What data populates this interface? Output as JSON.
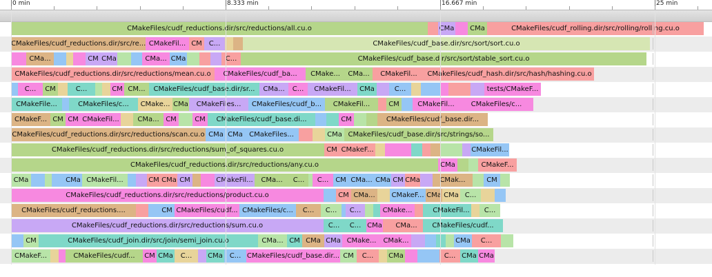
{
  "ruler": {
    "labels": [
      "0 min",
      "8.333 min",
      "16.667 min",
      "25 min"
    ]
  },
  "colors": {
    "g": "#b5d68a",
    "lg": "#d6e6b3",
    "o": "#dcb485",
    "p": "#f789e0",
    "pk": "#f8a0a0",
    "t": "#7fd8c8",
    "lp": "#c8a8f5",
    "b": "#95c6f5",
    "y": "#e8d49a",
    "sg": "#b8e4a8"
  },
  "rows": [
    {
      "bars": [
        [
          "CMakeFiles/cudf_reductions.dir/src/reductions/all.cu.o",
          "g",
          604
        ],
        [
          "",
          "pk",
          15
        ],
        [
          "CMa",
          "lp",
          25
        ],
        [
          "",
          "p",
          18
        ],
        [
          "CMa",
          "g",
          28
        ],
        [
          "CMakeFiles/cudf_rolling.dir/src/rolling/rolling.cu.o",
          "pk",
          314
        ]
      ]
    },
    {
      "bars": [
        [
          "CMakeFiles/cudf_reductions.dir/src/re...",
          "o",
          195
        ],
        [
          "CMakeFil...",
          "p",
          63
        ],
        [
          "CM",
          "pk",
          22
        ],
        [
          "C...",
          "lp",
          30
        ],
        [
          "",
          "y",
          12
        ],
        [
          "",
          "o",
          14
        ],
        [
          "CMakeFiles/cudf_base.dir/src/sort/sort.cu.o",
          "lg",
          590
        ]
      ]
    },
    {
      "bars": [
        [
          "",
          "p",
          22
        ],
        [
          "CMa...",
          "o",
          40
        ],
        [
          "",
          "b",
          18
        ],
        [
          "",
          "y",
          10
        ],
        [
          "",
          "p",
          18
        ],
        [
          "CM",
          "lp",
          22
        ],
        [
          "CMa",
          "lp",
          24
        ],
        [
          "",
          "sg",
          20
        ],
        [
          "",
          "b",
          16
        ],
        [
          "CMa...",
          "p",
          40
        ],
        [
          "CMa",
          "b",
          25
        ],
        [
          "",
          "sg",
          18
        ],
        [
          "",
          "pk",
          16
        ],
        [
          "",
          "lp",
          16
        ],
        [
          "C...",
          "pk",
          28
        ],
        [
          "CMakeFiles/cudf_base.dir/src/sort/stable_sort.cu.o",
          "g",
          588
        ]
      ]
    },
    {
      "bars": [
        [
          "CMakeFiles/cudf_reductions.dir/src/reductions/mean.cu.o",
          "pk",
          295
        ],
        [
          "CMakeFiles/cudf_ba...",
          "p",
          132
        ],
        [
          "CMake...",
          "g",
          57
        ],
        [
          "CMa...",
          "g",
          40
        ],
        [
          "CMakeFil...",
          "pk",
          76
        ],
        [
          "CMakeFiles/cudf_hash.dir/src/hash/hashing.cu.o",
          "pk",
          245
        ]
      ]
    },
    {
      "bars": [
        [
          "",
          "b",
          10
        ],
        [
          "C...",
          "p",
          36
        ],
        [
          "CM",
          "g",
          22
        ],
        [
          "",
          "y",
          14
        ],
        [
          "C...",
          "t",
          40
        ],
        [
          "",
          "sg",
          10
        ],
        [
          "",
          "y",
          12
        ],
        [
          "CM",
          "p",
          20
        ],
        [
          "CM...",
          "g",
          36
        ],
        [
          "CMakeFiles/cudf_base.dir/sr...",
          "t",
          160
        ],
        [
          "CMa...",
          "lp",
          42
        ],
        [
          "C...",
          "p",
          28
        ],
        [
          "CMakeFil...",
          "lp",
          72
        ],
        [
          "CMa",
          "t",
          28
        ],
        [
          "",
          "lp",
          18
        ],
        [
          "C...",
          "b",
          32
        ],
        [
          "",
          "y",
          14
        ],
        [
          "",
          "b",
          14
        ],
        [
          "",
          "b",
          14
        ],
        [
          "",
          "p",
          12
        ],
        [
          "",
          "pk",
          14
        ],
        [
          "",
          "pk",
          18
        ],
        [
          "",
          "lp",
          20
        ],
        [
          "tests/CMakeF...",
          "p",
          82
        ]
      ]
    },
    {
      "bars": [
        [
          "CMakeFile...",
          "t",
          74
        ],
        [
          "",
          "b",
          10
        ],
        [
          "CMakeFiles/c...",
          "t",
          100
        ],
        [
          "CMake...",
          "y",
          50
        ],
        [
          "CMa",
          "g",
          24
        ],
        [
          "CMakeFiles...",
          "lp",
          86
        ],
        [
          "CMakeFiles/cudf_b...",
          "b",
          111
        ],
        [
          "CMakeFil...",
          "g",
          77
        ],
        [
          "",
          "pk",
          12
        ],
        [
          "CM",
          "g",
          22
        ],
        [
          "",
          "b",
          16
        ],
        [
          "CMakeFil...",
          "p",
          68
        ],
        [
          "CMakeFiles/c...",
          "p",
          107
        ]
      ]
    },
    {
      "bars": [
        [
          "CMakeF...",
          "o",
          57
        ],
        [
          "CM",
          "g",
          22
        ],
        [
          "CM",
          "p",
          22
        ],
        [
          "CMakeFil...",
          "p",
          58
        ],
        [
          "",
          "y",
          18
        ],
        [
          "CMa...",
          "g",
          44
        ],
        [
          "CM",
          "p",
          22
        ],
        [
          "",
          "sg",
          20
        ],
        [
          "CM",
          "p",
          22
        ],
        [
          "CMakeFiles/cudf_base.di...",
          "t",
          156
        ],
        [
          "",
          "b",
          16
        ],
        [
          "",
          "t",
          18
        ],
        [
          "CM",
          "p",
          22
        ],
        [
          "",
          "sg",
          18
        ],
        [
          "",
          "g",
          16
        ],
        [
          "CMakeFiles/cudf_base.dir...",
          "o",
          160
        ]
      ]
    },
    {
      "bars": [
        [
          "CMakeFiles/cudf_reductions.dir/src/reductions/scan.cu.o",
          "o",
          282
        ],
        [
          "CMa",
          "b",
          30
        ],
        [
          "CMa",
          "b",
          26
        ],
        [
          "CMakeFiles...",
          "b",
          79
        ],
        [
          "",
          "pk",
          20
        ],
        [
          "",
          "y",
          18
        ],
        [
          "CMa",
          "sg",
          28
        ],
        [
          "CMakeFiles/cudf_base.dir/src/strings/so...",
          "g",
          216
        ]
      ]
    },
    {
      "bars": [
        [
          "CMakeFiles/cudf_reductions.dir/src/reductions/sum_of_squares.cu.o",
          "g",
          454
        ],
        [
          "CM",
          "pk",
          22
        ],
        [
          "CMakeF...",
          "pk",
          52
        ],
        [
          "",
          "y",
          14
        ],
        [
          "",
          "p",
          20
        ],
        [
          "",
          "p",
          18
        ],
        [
          "",
          "t",
          16
        ],
        [
          "",
          "pk",
          12
        ],
        [
          "",
          "o",
          14
        ],
        [
          "",
          "sg",
          14
        ],
        [
          "",
          "sg",
          18
        ],
        [
          "",
          "lp",
          12
        ],
        [
          "CMakeFil...",
          "b",
          56
        ]
      ]
    },
    {
      "bars": [
        [
          "CMakeFiles/cudf_reductions.dir/src/reductions/any.cu.o",
          "g",
          619
        ],
        [
          "CMa",
          "p",
          28
        ],
        [
          "",
          "g",
          16
        ],
        [
          "",
          "sg",
          14
        ],
        [
          "CMakeF...",
          "pk",
          56
        ]
      ]
    },
    {
      "bars": [
        [
          "CMa",
          "sg",
          29
        ],
        [
          "",
          "b",
          20
        ],
        [
          "",
          "sg",
          10
        ],
        [
          "",
          "b",
          18
        ],
        [
          "CMa",
          "b",
          26
        ],
        [
          "CMakeFil...",
          "sg",
          66
        ],
        [
          "",
          "b",
          12
        ],
        [
          "",
          "lp",
          16
        ],
        [
          "CM",
          "pk",
          20
        ],
        [
          "CMa",
          "pk",
          24
        ],
        [
          "CM",
          "lp",
          22
        ],
        [
          "",
          "o",
          12
        ],
        [
          "",
          "p",
          20
        ],
        [
          "CMakeFil...",
          "lp",
          58
        ],
        [
          "CMa...",
          "g",
          50
        ],
        [
          "C...",
          "g",
          28
        ],
        [
          "",
          "sg",
          6
        ],
        [
          "C...",
          "p",
          30
        ],
        [
          "CM",
          "b",
          22
        ],
        [
          "CMa...",
          "b",
          38
        ],
        [
          "CMa",
          "b",
          24
        ],
        [
          "CM",
          "lp",
          20
        ],
        [
          "CMa",
          "pk",
          22
        ],
        [
          "",
          "lp",
          18
        ],
        [
          "CMak...",
          "o",
          58
        ],
        [
          "",
          "sg",
          16
        ],
        [
          "CM",
          "b",
          24
        ],
        [
          "",
          "sg",
          14
        ]
      ]
    },
    {
      "bars": [
        [
          "CMakeFiles/cudf_reductions.dir/src/reductions/product.cu.o",
          "p",
          453
        ],
        [
          "",
          "b",
          18
        ],
        [
          "CM",
          "pk",
          22
        ],
        [
          "CMa...",
          "o",
          38
        ],
        [
          "",
          "y",
          18
        ],
        [
          "CMakeF...",
          "b",
          52
        ],
        [
          "CMa",
          "o",
          24
        ],
        [
          "CMa",
          "y",
          26
        ],
        [
          "C...",
          "sg",
          30
        ],
        [
          "",
          "y",
          20
        ],
        [
          "",
          "b",
          16
        ]
      ]
    },
    {
      "bars": [
        [
          "CMakeFiles/cudf_reductions....",
          "o",
          181
        ],
        [
          "",
          "pk",
          18
        ],
        [
          "",
          "b",
          16
        ],
        [
          "CM",
          "b",
          22
        ],
        [
          "CMakeFiles/cudf...",
          "p",
          94
        ],
        [
          "CMakeFiles/c...",
          "b",
          82
        ],
        [
          "C...",
          "o",
          36
        ],
        [
          "C...",
          "sg",
          30
        ],
        [
          "",
          "b",
          6
        ],
        [
          "C...",
          "lp",
          28
        ],
        [
          "",
          "sg",
          12
        ],
        [
          "",
          "t",
          10
        ],
        [
          "CMake...",
          "p",
          50
        ],
        [
          "",
          "pk",
          12
        ],
        [
          "",
          "t",
          12
        ],
        [
          "CMakeFil...",
          "t",
          58
        ],
        [
          "",
          "y",
          12
        ],
        [
          "C...",
          "sg",
          30
        ]
      ]
    },
    {
      "bars": [
        [
          "CMakeFiles/cudf_reductions.dir/src/reductions/sum.cu.o",
          "lp",
          453
        ],
        [
          "C...",
          "t",
          30
        ],
        [
          "C...",
          "t",
          32
        ],
        [
          "CMa",
          "p",
          24
        ],
        [
          "",
          "pk",
          10
        ],
        [
          "CMa...",
          "pk",
          48
        ],
        [
          "CMakeFiles/cudf...",
          "t",
          116
        ]
      ]
    },
    {
      "bars": [
        [
          "",
          "b",
          18
        ],
        [
          "CM",
          "sg",
          22
        ],
        [
          "CMakeFiles/cudf_join.dir/src/join/semi_join.cu.o",
          "t",
          318
        ],
        [
          "CMa...",
          "sg",
          42
        ],
        [
          "CM",
          "t",
          22
        ],
        [
          "CMa",
          "o",
          32
        ],
        [
          "CMa",
          "lp",
          26
        ],
        [
          "CMake...",
          "p",
          56
        ],
        [
          "CMak...",
          "p",
          44
        ],
        [
          "",
          "lp",
          20
        ],
        [
          "",
          "b",
          16
        ],
        [
          "",
          "t",
          14
        ],
        [
          "",
          "sg",
          12
        ],
        [
          "CMa",
          "b",
          26
        ],
        [
          "C...",
          "pk",
          42
        ],
        [
          "",
          "sg",
          18
        ]
      ]
    },
    {
      "bars": [
        [
          "CMakeF...",
          "sg",
          57
        ],
        [
          "",
          "y",
          12
        ],
        [
          "",
          "p",
          10
        ],
        [
          "CMakeFiles/cudf...",
          "g",
          112
        ],
        [
          "CM",
          "p",
          20
        ],
        [
          "CMa",
          "t",
          26
        ],
        [
          "C...",
          "y",
          34
        ],
        [
          "",
          "lp",
          12
        ],
        [
          "CMa",
          "t",
          26
        ],
        [
          "C...",
          "b",
          32
        ],
        [
          "CMakeFiles/cudf_base.dir...",
          "p",
          136
        ],
        [
          "CM",
          "sg",
          24
        ],
        [
          "C...",
          "pk",
          32
        ],
        [
          "",
          "y",
          12
        ],
        [
          "CMa",
          "g",
          26
        ],
        [
          "",
          "p",
          18
        ],
        [
          "",
          "b",
          16
        ],
        [
          "",
          "b",
          16
        ],
        [
          "C...",
          "pk",
          30
        ],
        [
          "CMa",
          "t",
          26
        ],
        [
          "CMa",
          "p",
          24
        ]
      ]
    }
  ]
}
